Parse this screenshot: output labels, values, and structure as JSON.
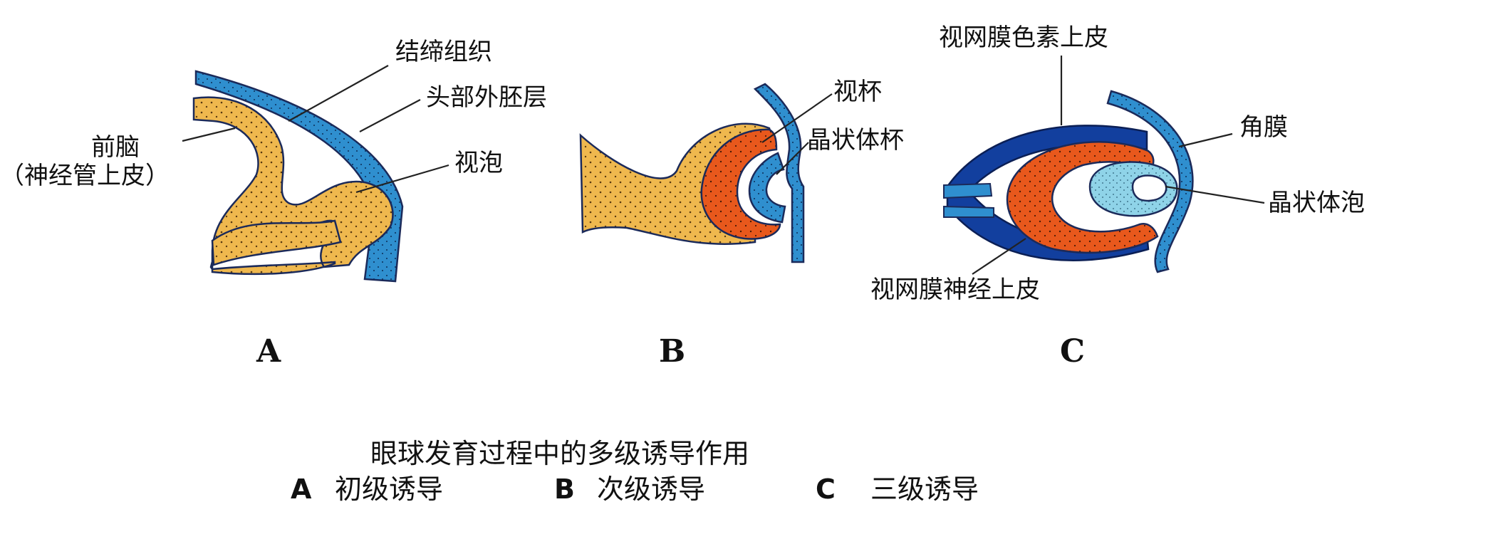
{
  "panel_a": {
    "letter": "A",
    "connective_tissue": "结缔组织",
    "head_ectoderm": "头部外胚层",
    "forebrain": "前脑",
    "neural_tube_epithelium": "（神经管上皮）",
    "optic_vesicle": "视泡"
  },
  "panel_b": {
    "letter": "B",
    "optic_cup": "视杯",
    "lens_cup": "晶状体杯"
  },
  "panel_c": {
    "letter": "C",
    "retinal_pigment_epithelium": "视网膜色素上皮",
    "cornea": "角膜",
    "lens_vesicle": "晶状体泡",
    "neural_retina": "视网膜神经上皮"
  },
  "caption": {
    "title": "眼球发育过程中的多级诱导作用",
    "a_letter": "A",
    "a_text": "初级诱导",
    "b_letter": "B",
    "b_text": "次级诱导",
    "c_letter": "C",
    "c_text": "三级诱导"
  },
  "colors": {
    "neural_tissue": "#efb84e",
    "ectoderm_blue": "#2f8fcf",
    "pigment_dark_blue": "#123f9e",
    "retina_orange": "#e8581c",
    "lens_light": "#8fd3e8",
    "outline": "#1b2a5a"
  }
}
